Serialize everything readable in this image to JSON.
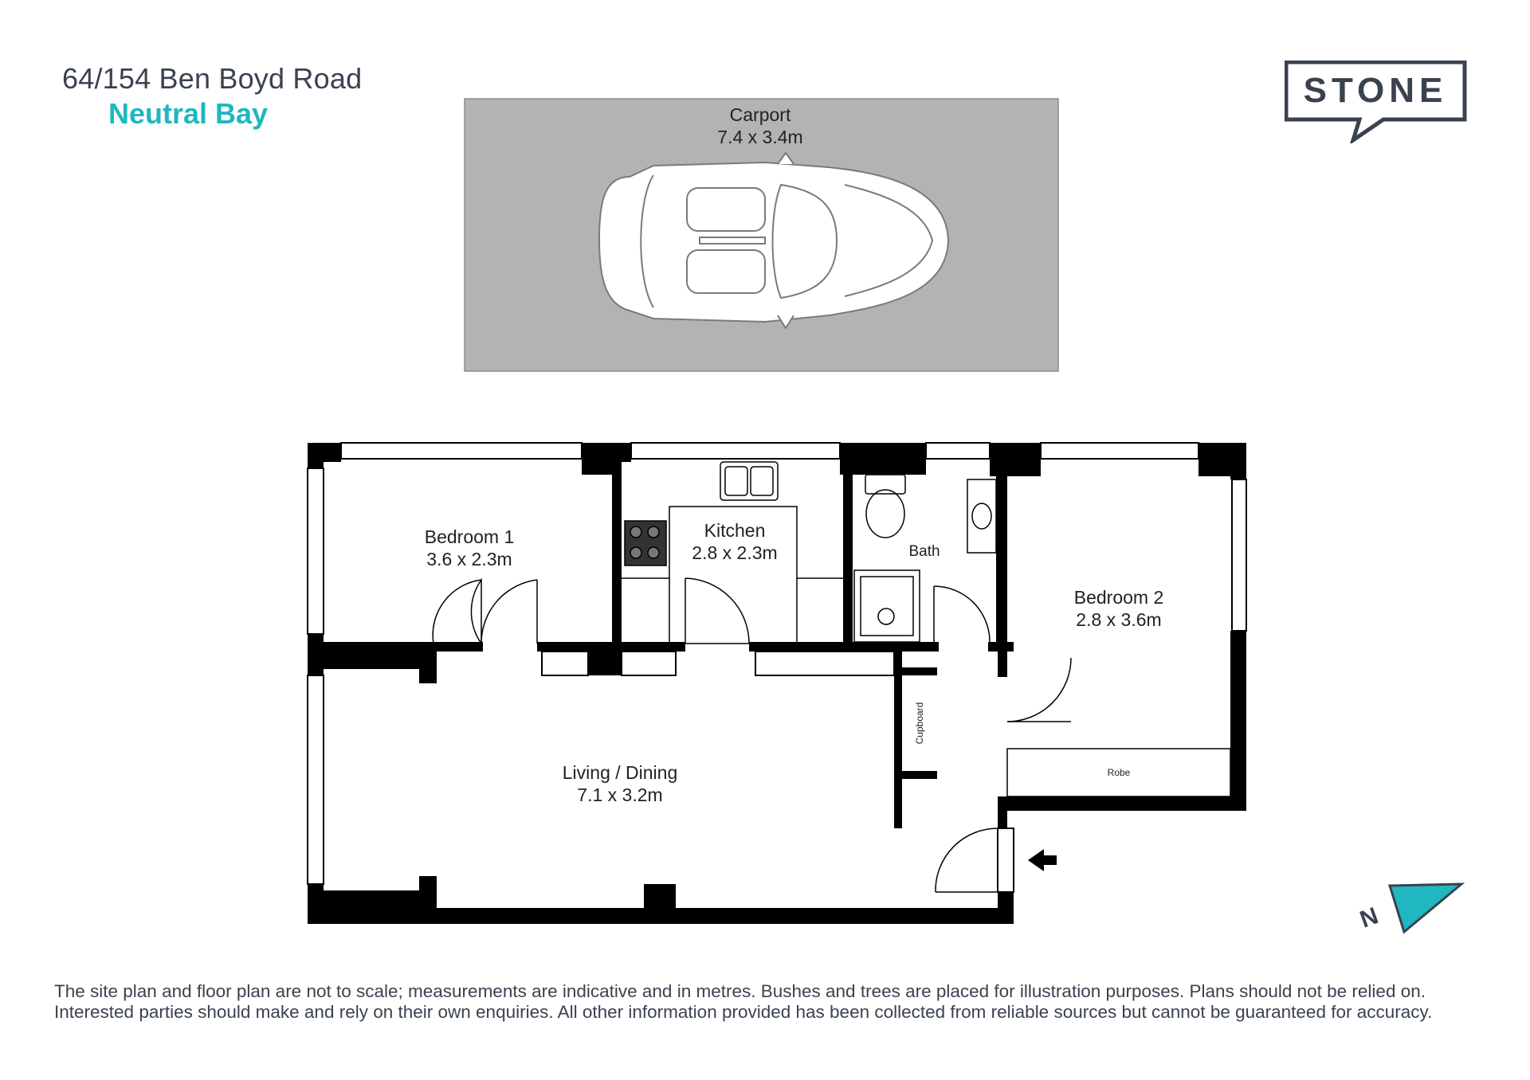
{
  "header": {
    "address": "64/154 Ben Boyd Road",
    "suburb": "Neutral Bay"
  },
  "logo": {
    "text": "STONE"
  },
  "rooms": {
    "carport": {
      "name": "Carport",
      "size": "7.4 x 3.4m"
    },
    "bedroom1": {
      "name": "Bedroom 1",
      "size": "3.6 x 2.3m"
    },
    "kitchen": {
      "name": "Kitchen",
      "size": "2.8 x 2.3m"
    },
    "bath": {
      "name": "Bath"
    },
    "bedroom2": {
      "name": "Bedroom 2",
      "size": "2.8 x 3.6m"
    },
    "living": {
      "name": "Living / Dining",
      "size": "7.1 x 3.2m"
    },
    "cupboard": {
      "name": "Cupboard"
    },
    "robe": {
      "name": "Robe"
    }
  },
  "compass": {
    "label": "N"
  },
  "disclaimer": {
    "line1": "The site plan and floor plan are not to scale; measurements are indicative and in metres. Bushes and trees are placed for illustration purposes. Plans should not be relied on.",
    "line2": "Interested parties should make and rely on their own enquiries. All other information provided has been collected from reliable sources but cannot be guaranteed for accuracy."
  },
  "colors": {
    "accent": "#1fb7c0",
    "text": "#3a4250",
    "wall": "#000000",
    "carport_fill": "#b3b3b3"
  }
}
